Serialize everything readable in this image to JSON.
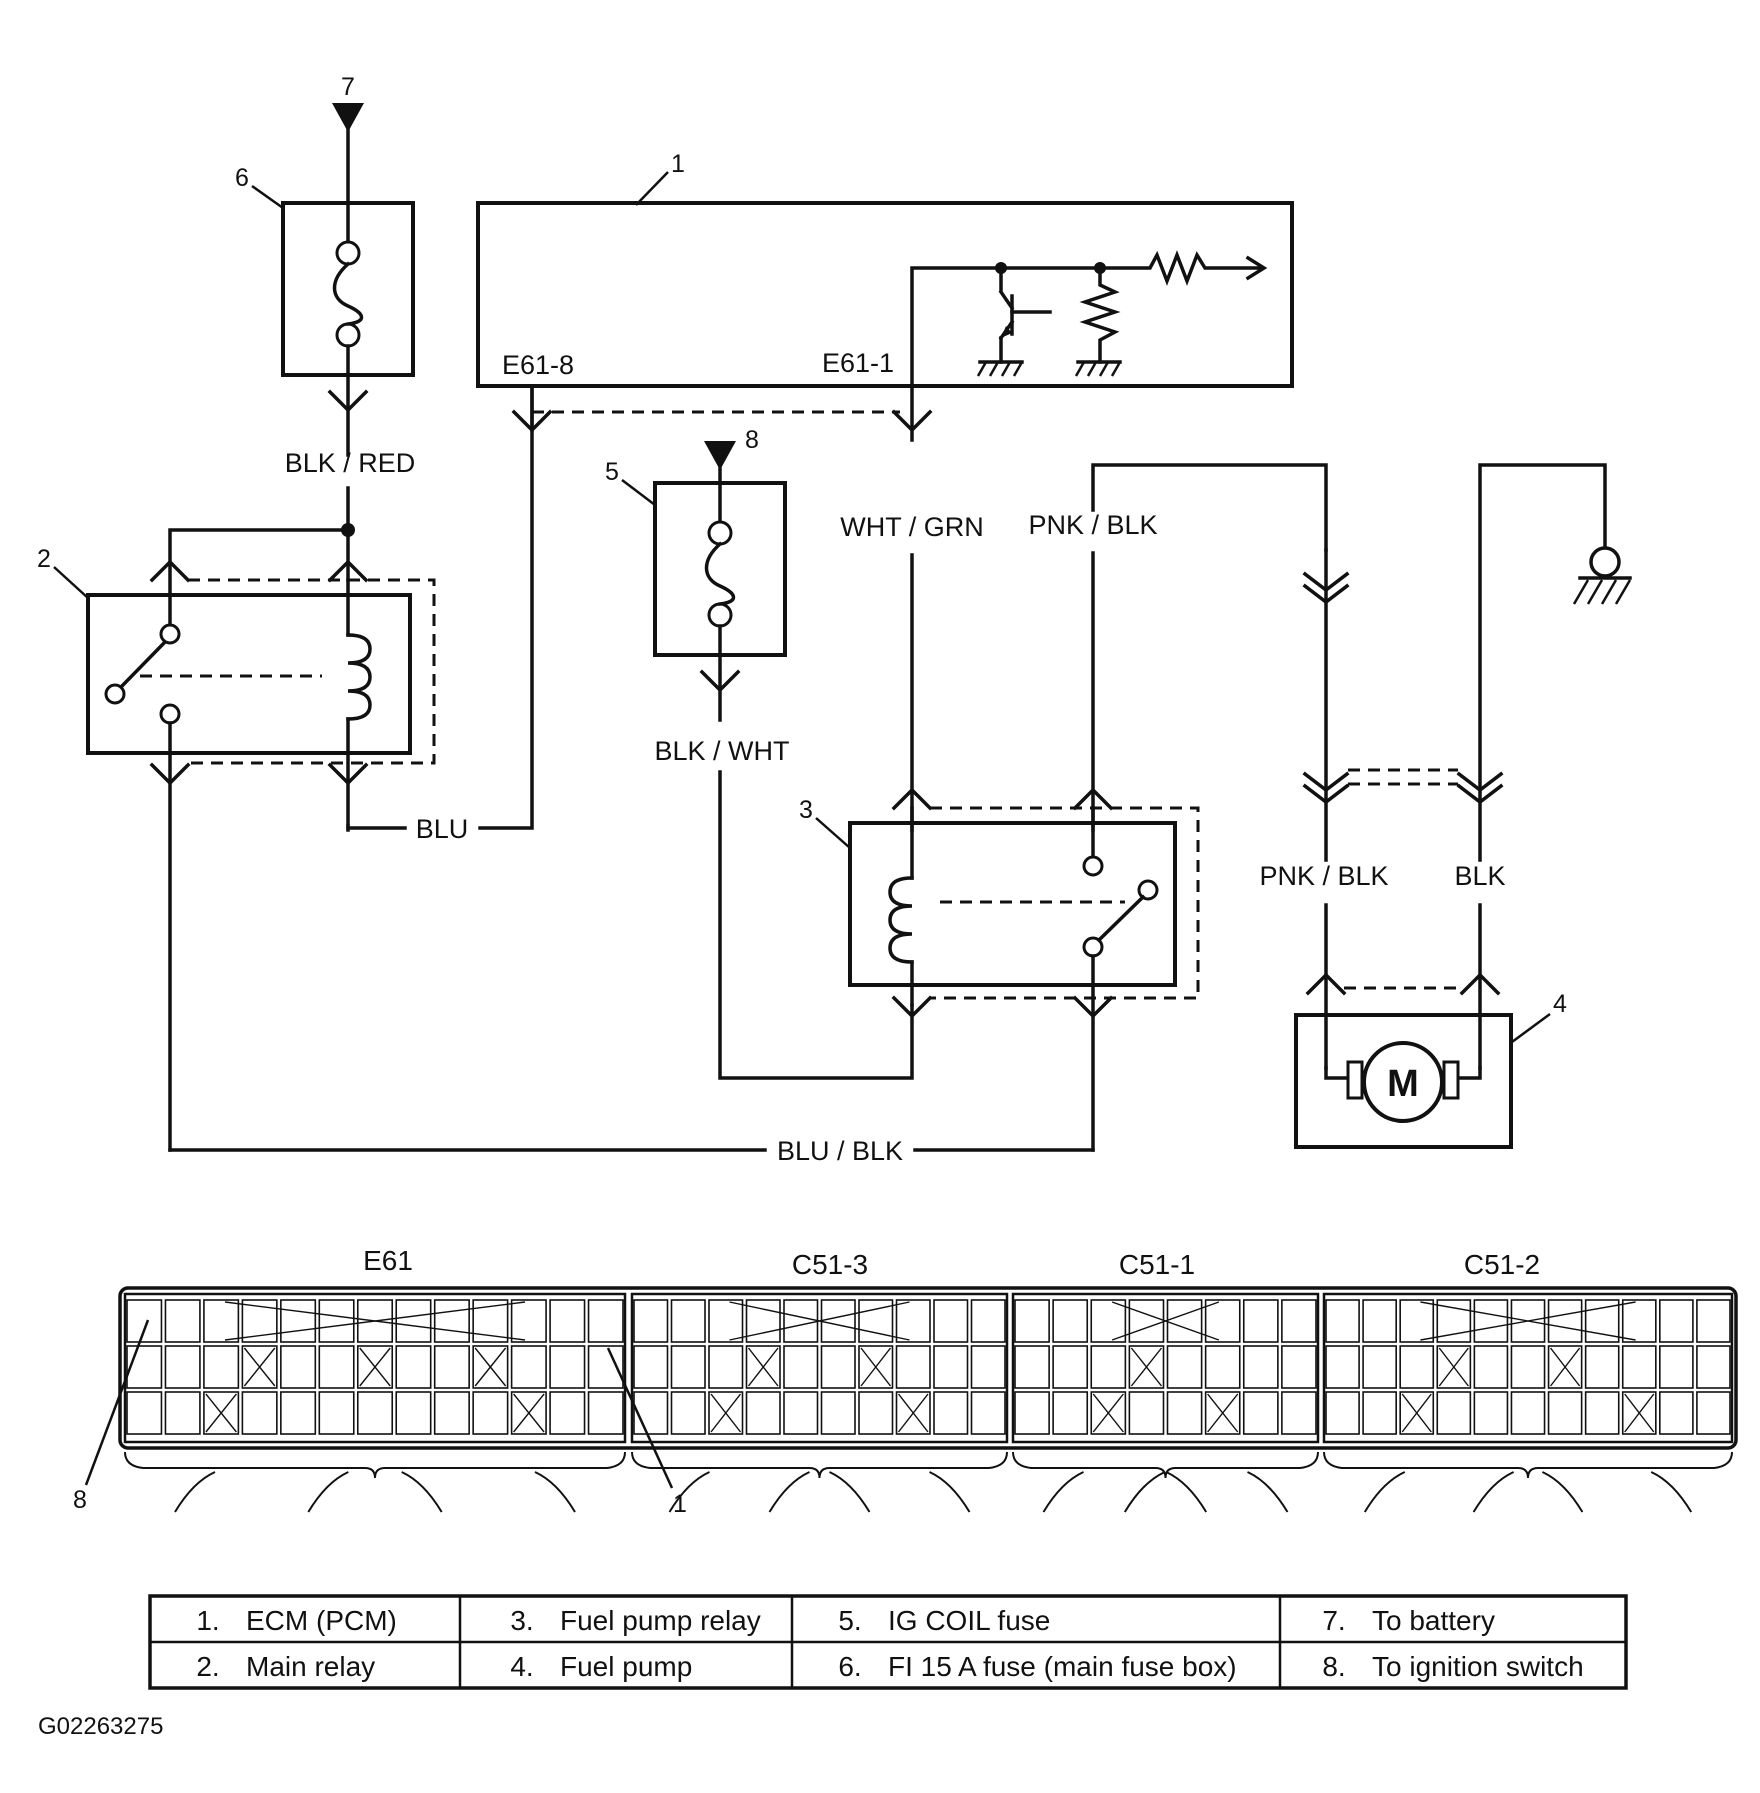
{
  "callouts": {
    "n1": "1",
    "n2": "2",
    "n3": "3",
    "n4": "4",
    "n5": "5",
    "n6": "6",
    "n7": "7",
    "n8": "8"
  },
  "terminals": {
    "e61_8": "E61-8",
    "e61_1": "E61-1"
  },
  "wires": {
    "blk_red": "BLK / RED",
    "blu": "BLU",
    "blk_wht": "BLK / WHT",
    "wht_grn": "WHT / GRN",
    "pnk_blk_top": "PNK / BLK",
    "pnk_blk_bottom": "PNK / BLK",
    "blk": "BLK",
    "blu_blk": "BLU / BLK"
  },
  "motor_symbol": "M",
  "connectors": {
    "e61": "E61",
    "c51_3": "C51-3",
    "c51_1": "C51-1",
    "c51_2": "C51-2",
    "pin_callout_8": "8",
    "pin_callout_1": "1"
  },
  "legend": [
    {
      "num": "1.",
      "text": "ECM (PCM)"
    },
    {
      "num": "2.",
      "text": "Main relay"
    },
    {
      "num": "3.",
      "text": "Fuel pump relay"
    },
    {
      "num": "4.",
      "text": "Fuel pump"
    },
    {
      "num": "5.",
      "text": "IG COIL fuse"
    },
    {
      "num": "6.",
      "text": "FI 15 A fuse (main fuse box)"
    },
    {
      "num": "7.",
      "text": "To battery"
    },
    {
      "num": "8.",
      "text": "To ignition switch"
    }
  ],
  "figure_id": "G02263275"
}
